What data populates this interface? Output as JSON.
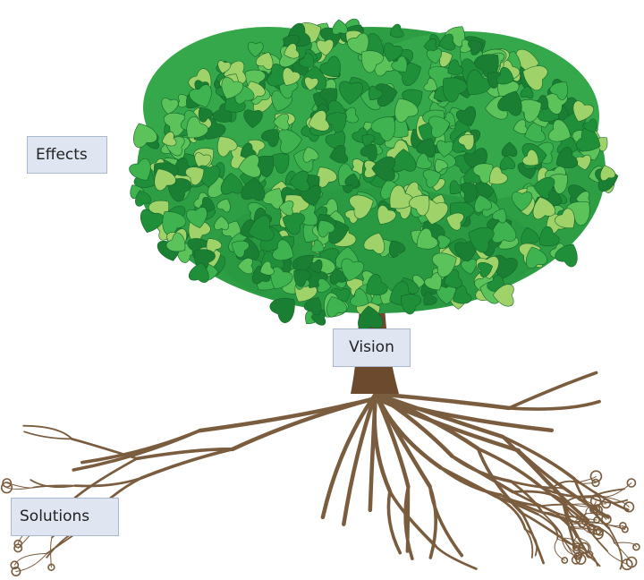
{
  "labels": {
    "effects": "Effects",
    "vision": "Vision",
    "solutions": "Solutions"
  },
  "colors": {
    "leaf_dark": "#1f8f3a",
    "leaf_mid": "#3fb34f",
    "leaf_light": "#9fd36a",
    "trunk": "#6b4a2e",
    "roots": "#7a5c3e",
    "label_fill": "#dfe6f2",
    "label_border": "#aab8cf"
  },
  "icons": [
    "tree-illustration",
    "roots-illustration"
  ]
}
